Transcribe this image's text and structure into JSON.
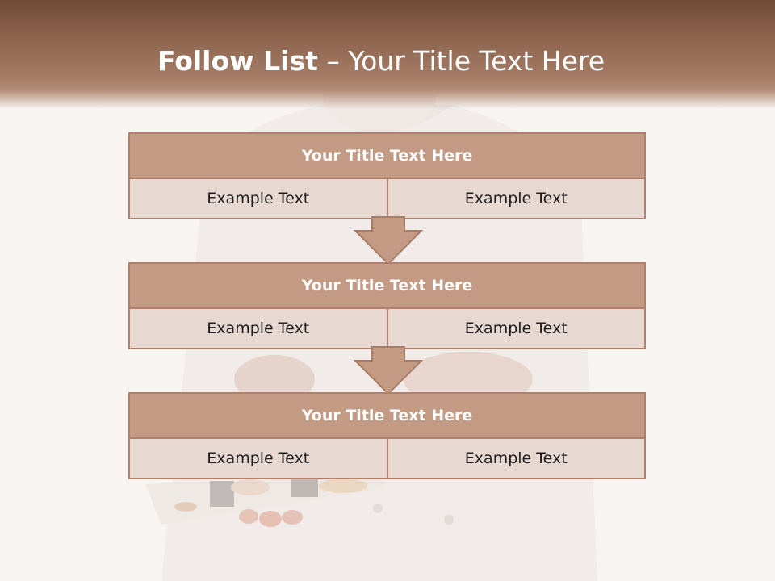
{
  "slide": {
    "title_bold": "Follow List",
    "title_rest": " – Your Title Text Here"
  },
  "blocks": [
    {
      "title": "Your Title Text Here",
      "cells": [
        "Example Text",
        "Example Text"
      ]
    },
    {
      "title": "Your Title Text Here",
      "cells": [
        "Example Text",
        "Example Text"
      ]
    },
    {
      "title": "Your Title Text Here",
      "cells": [
        "Example Text",
        "Example Text"
      ]
    }
  ],
  "colors": {
    "header_brown": "#7a5240",
    "block_title_fill": "#c39a83",
    "block_cell_fill": "#e7d8d2",
    "block_border": "#b0806a",
    "arrow_fill": "#c39a83"
  },
  "icons": {
    "connector": "down-arrow-icon"
  }
}
